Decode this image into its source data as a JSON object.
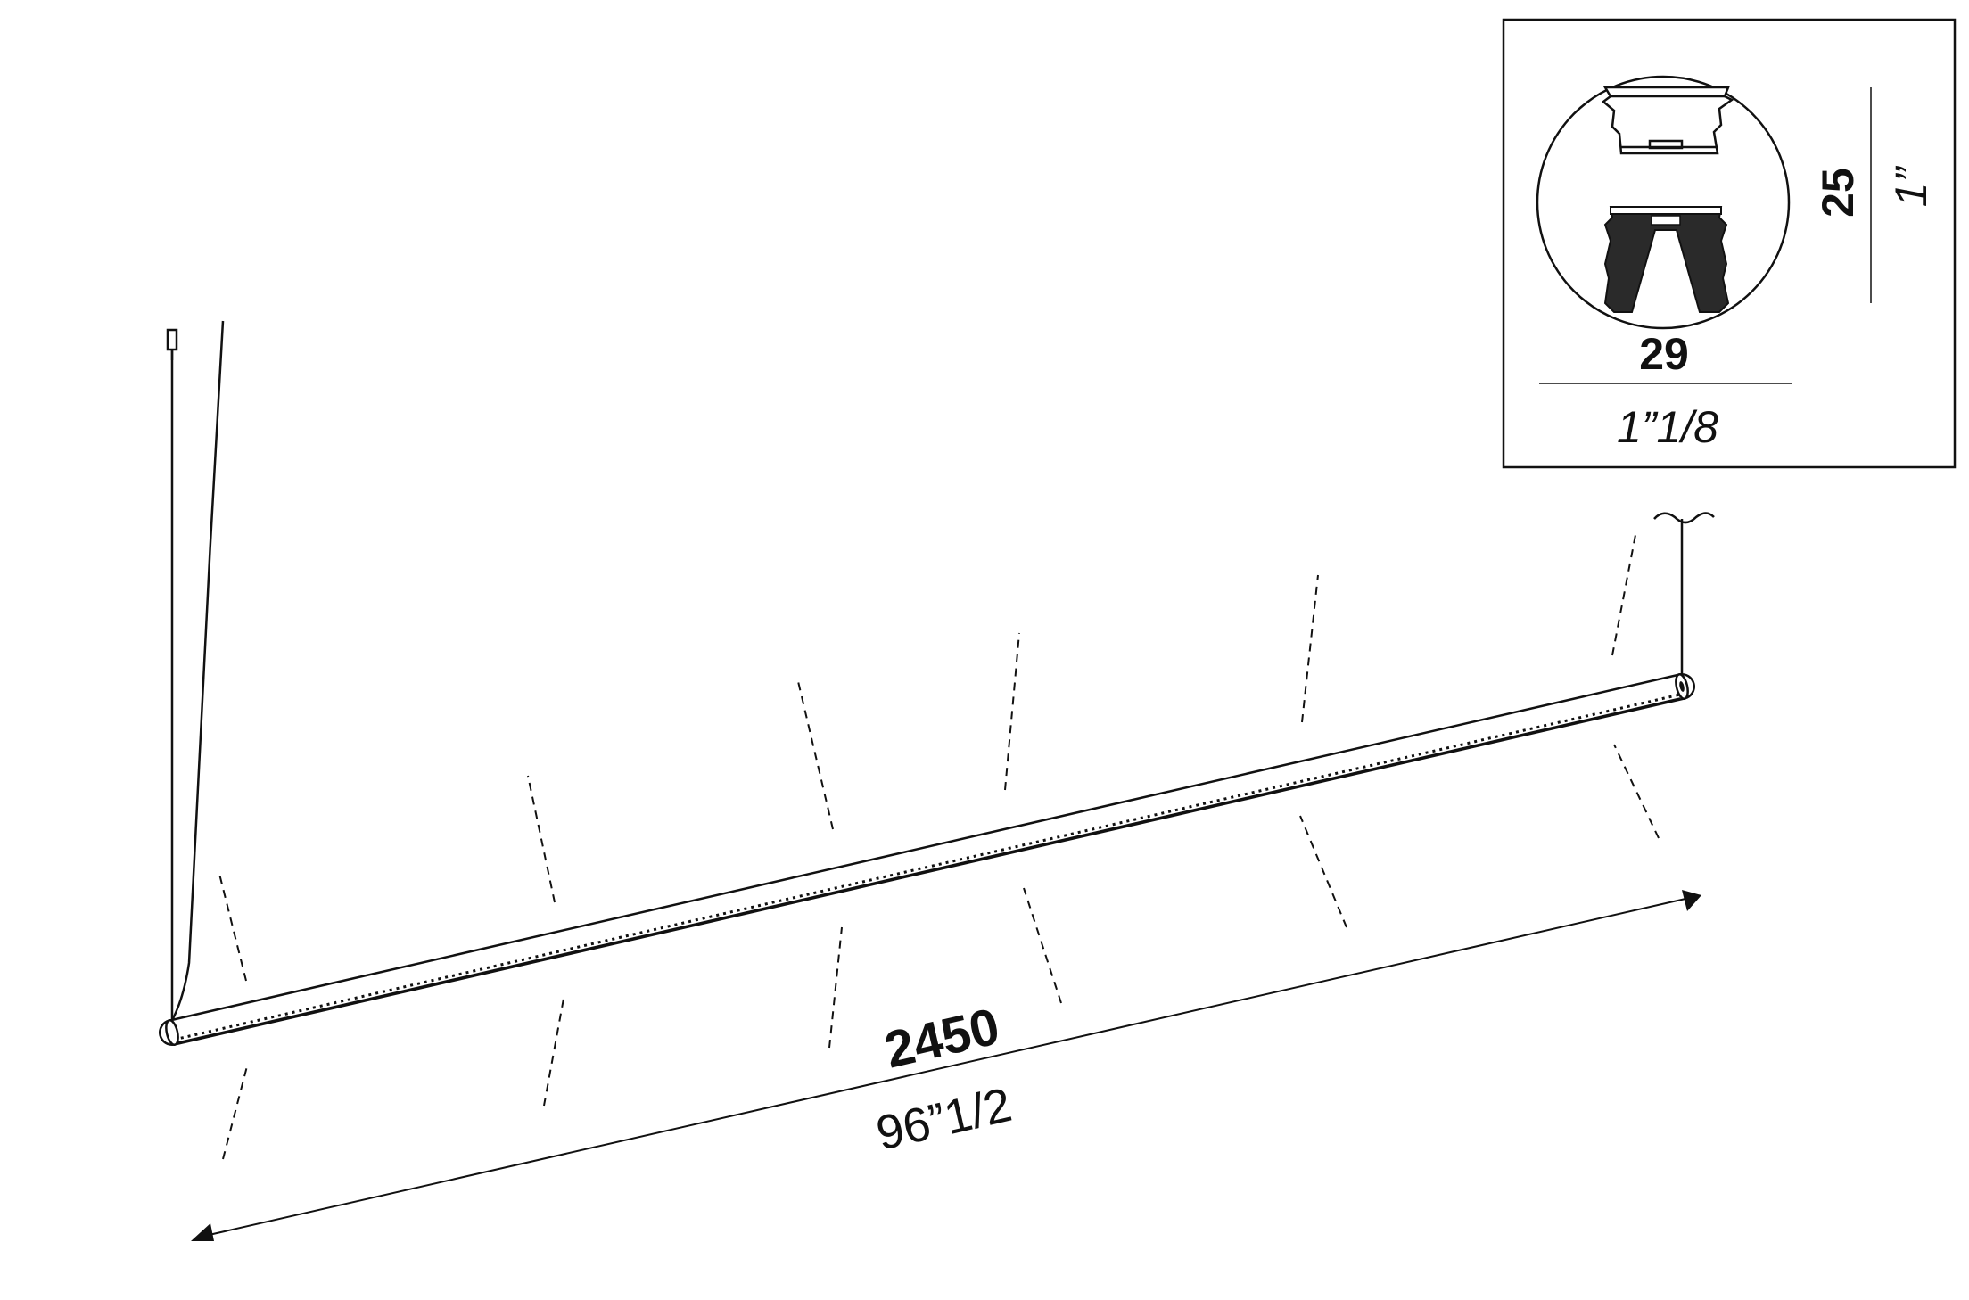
{
  "length_dimension": {
    "metric": "2450",
    "imperial": "96”1/2"
  },
  "section_detail": {
    "width_metric": "29",
    "width_imperial": "1”1/8",
    "height_metric": "25",
    "height_imperial": "1”"
  },
  "colors": {
    "line": "#111111",
    "profile_fill": "#2a2a2a",
    "background": "#ffffff"
  }
}
